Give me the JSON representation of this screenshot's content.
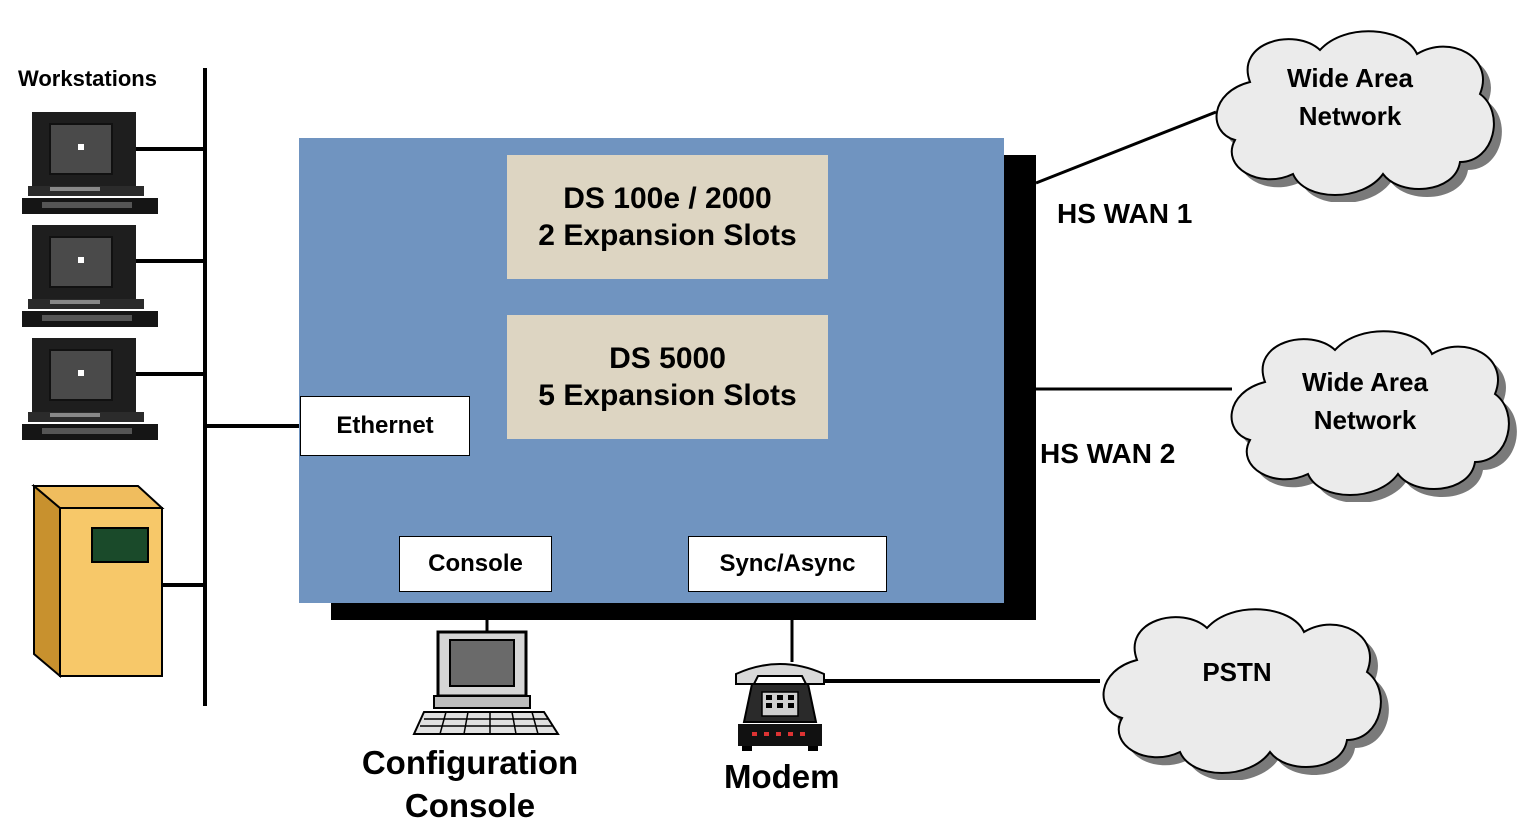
{
  "workstations_label": "Workstations",
  "device": {
    "slot_top": {
      "line1": "DS 100e / 2000",
      "line2": "2 Expansion Slots"
    },
    "slot_bottom": {
      "line1": "DS 5000",
      "line2": "5 Expansion Slots"
    },
    "ports": {
      "ethernet": "Ethernet",
      "console": "Console",
      "sync_async": "Sync/Async"
    }
  },
  "links": {
    "wan1": "HS WAN 1",
    "wan2": "HS WAN 2"
  },
  "clouds": {
    "wan_top": {
      "line1": "Wide Area",
      "line2": "Network"
    },
    "wan_middle": {
      "line1": "Wide Area",
      "line2": "Network"
    },
    "pstn": {
      "line1": "PSTN"
    }
  },
  "captions": {
    "config_console": {
      "line1": "Configuration",
      "line2": "Console"
    },
    "modem": "Modem"
  },
  "colors": {
    "chassis": "#7094c0",
    "slot": "#ddd5c2",
    "server": "#f5c46a",
    "cloud": "#ebebeb"
  }
}
